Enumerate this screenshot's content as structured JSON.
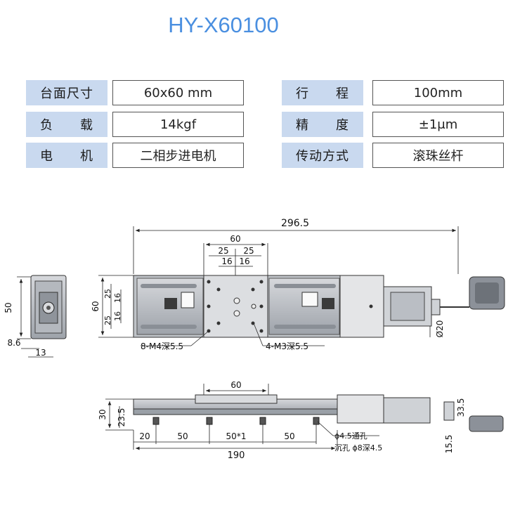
{
  "title": "HY-X60100",
  "specs": [
    {
      "label": "台面尺寸",
      "value": "60x60 mm",
      "label2": "行　　程",
      "value2": "100mm"
    },
    {
      "label": "负　　载",
      "value": "14kgf",
      "label2": "精　　度",
      "value2": "±1μm"
    },
    {
      "label": "电　　机",
      "value": "二相步进电机",
      "label2": "传动方式",
      "value2": "滚珠丝杆"
    }
  ],
  "drawing": {
    "end_view": {
      "height": "50",
      "bottom_offset": "8.6",
      "width": "13"
    },
    "top_view": {
      "total_length": "296.5",
      "table_width": "60",
      "pitch_outer_left": "25",
      "pitch_outer_right": "25",
      "pitch_inner_left": "16",
      "pitch_inner_right": "16",
      "height": "60",
      "v_outer_top": "25",
      "v_inner_top": "16",
      "v_outer_bottom": "25",
      "v_inner_bottom": "16",
      "hole_m4": "8-M4深5.5",
      "hole_m3": "4-M3深5.5",
      "motor_dia": "Ø20"
    },
    "side_view": {
      "table_width": "60",
      "height_total": "30",
      "height_rail": "23.5",
      "motor_height": "33.5",
      "motor_low": "15.5",
      "d_first": "20",
      "d_second": "50",
      "d_third": "50*1",
      "d_fourth": "50",
      "total": "190",
      "thru_hole": "ϕ4.5通孔",
      "counterbore": "沉孔 ϕ8深4.5"
    }
  }
}
